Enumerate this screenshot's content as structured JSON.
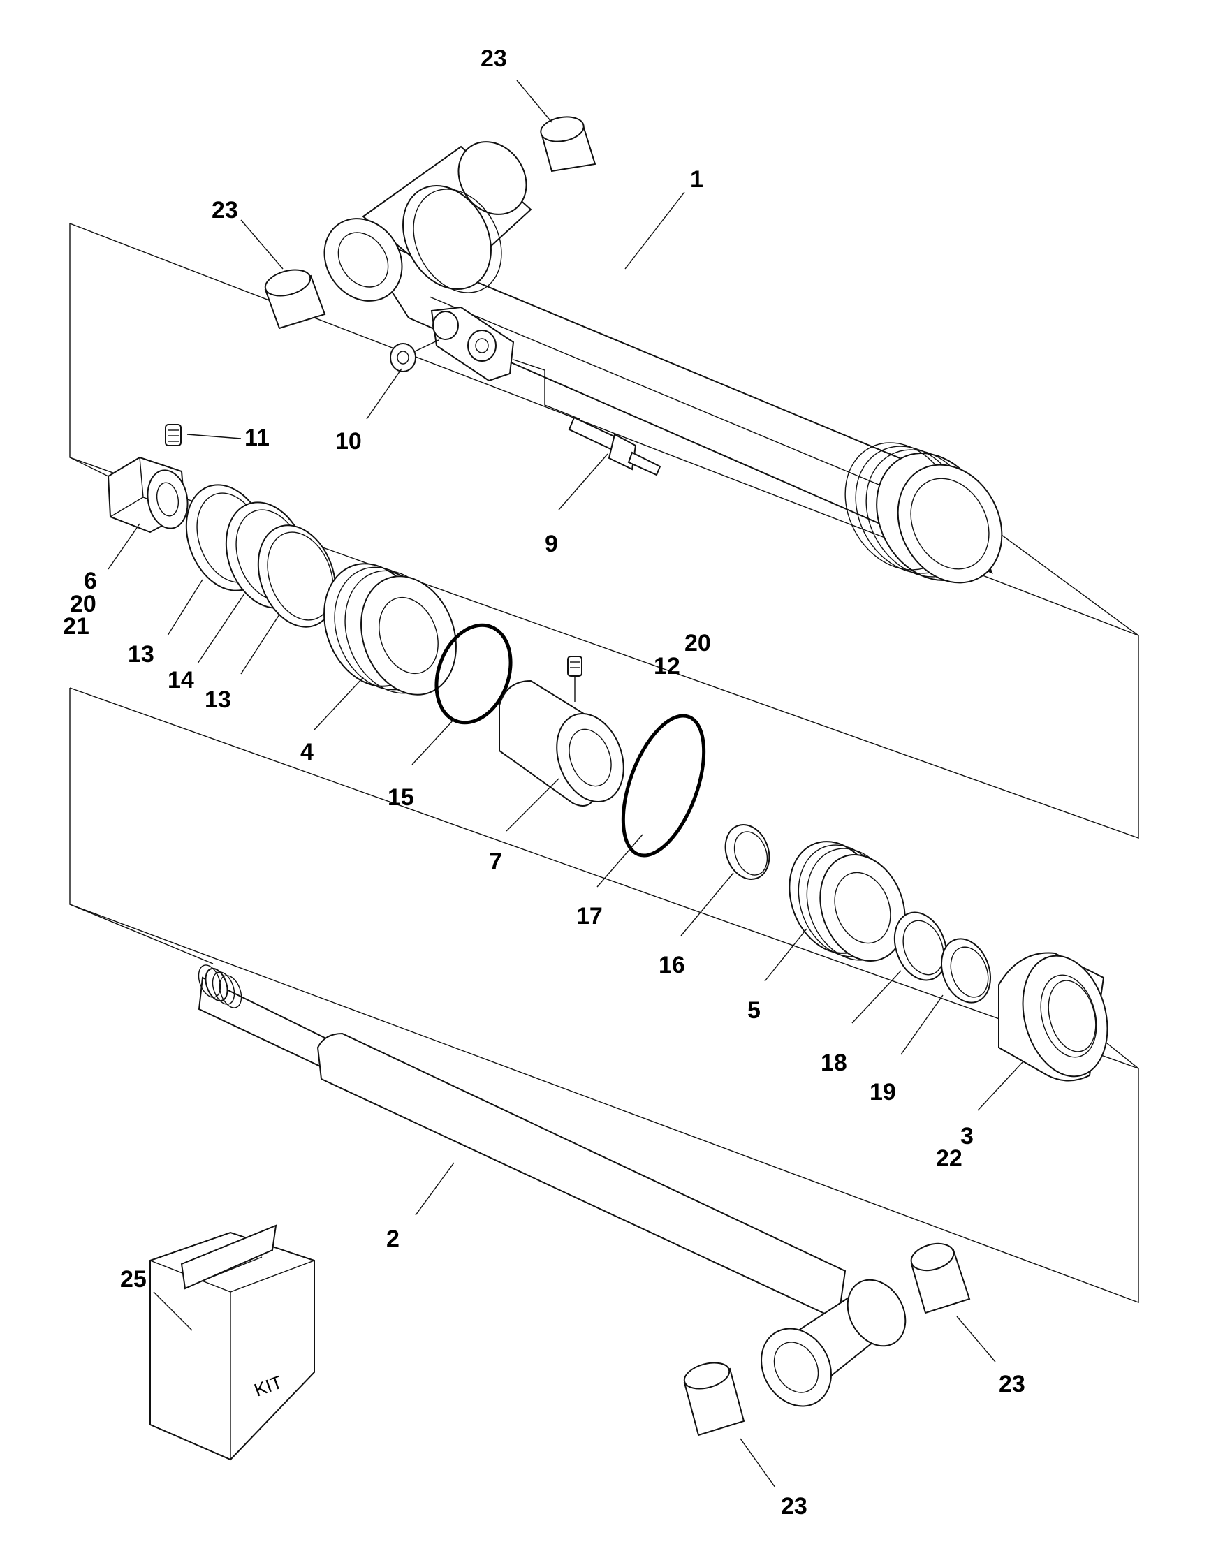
{
  "callouts": {
    "c1": "1",
    "c2": "2",
    "c3": "3",
    "c4": "4",
    "c5": "5",
    "c6": "6",
    "c7": "7",
    "c9": "9",
    "c10": "10",
    "c11": "11",
    "c12": "12",
    "c13a": "13",
    "c13b": "13",
    "c14": "14",
    "c15": "15",
    "c16": "16",
    "c17": "17",
    "c18": "18",
    "c19": "19",
    "c20a": "20",
    "c20b": "20",
    "c21": "21",
    "c22": "22",
    "c23a": "23",
    "c23b": "23",
    "c23c": "23",
    "c23d": "23",
    "c25": "25"
  },
  "kit_label": "KIT"
}
